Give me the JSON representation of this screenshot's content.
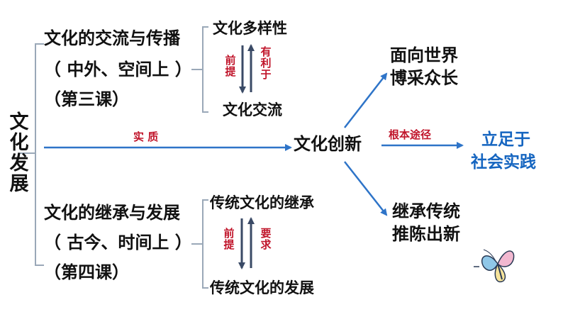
{
  "root": {
    "chars": [
      "文",
      "化",
      "发",
      "展"
    ]
  },
  "upper_branch": {
    "title": "文化的交流与传播",
    "scope": "（ 中外、空间上 ）",
    "lesson": "（第三课）",
    "top": "文化多样性",
    "bottom": "文化交流",
    "left_relation": [
      "前",
      "提"
    ],
    "right_relation": [
      "有",
      "利",
      "于"
    ]
  },
  "middle_branch": {
    "essence_label": "实  质",
    "center": "文化创新",
    "path_label": "根本途径",
    "goal_line1": "立足于",
    "goal_line2": "社会实践",
    "up_line1": "面向世界",
    "up_line2": "博采众长",
    "down_line1": "继承传统",
    "down_line2": "推陈出新"
  },
  "lower_branch": {
    "title": "文化的继承与发展",
    "scope": "（ 古今、时间上 ）",
    "lesson": "（第四课）",
    "top": "传统文化的继承",
    "bottom": "传统文化的发展",
    "left_relation": [
      "前",
      "提"
    ],
    "right_relation": [
      "要",
      "求"
    ]
  },
  "colors": {
    "text": "#111111",
    "accent_red": "#c0142a",
    "arrow_blue": "#2e74c8",
    "goal_blue": "#1565c0",
    "bracket_gray": "#9aa8b8"
  },
  "decoration": {
    "icon": "butterfly-icon"
  }
}
